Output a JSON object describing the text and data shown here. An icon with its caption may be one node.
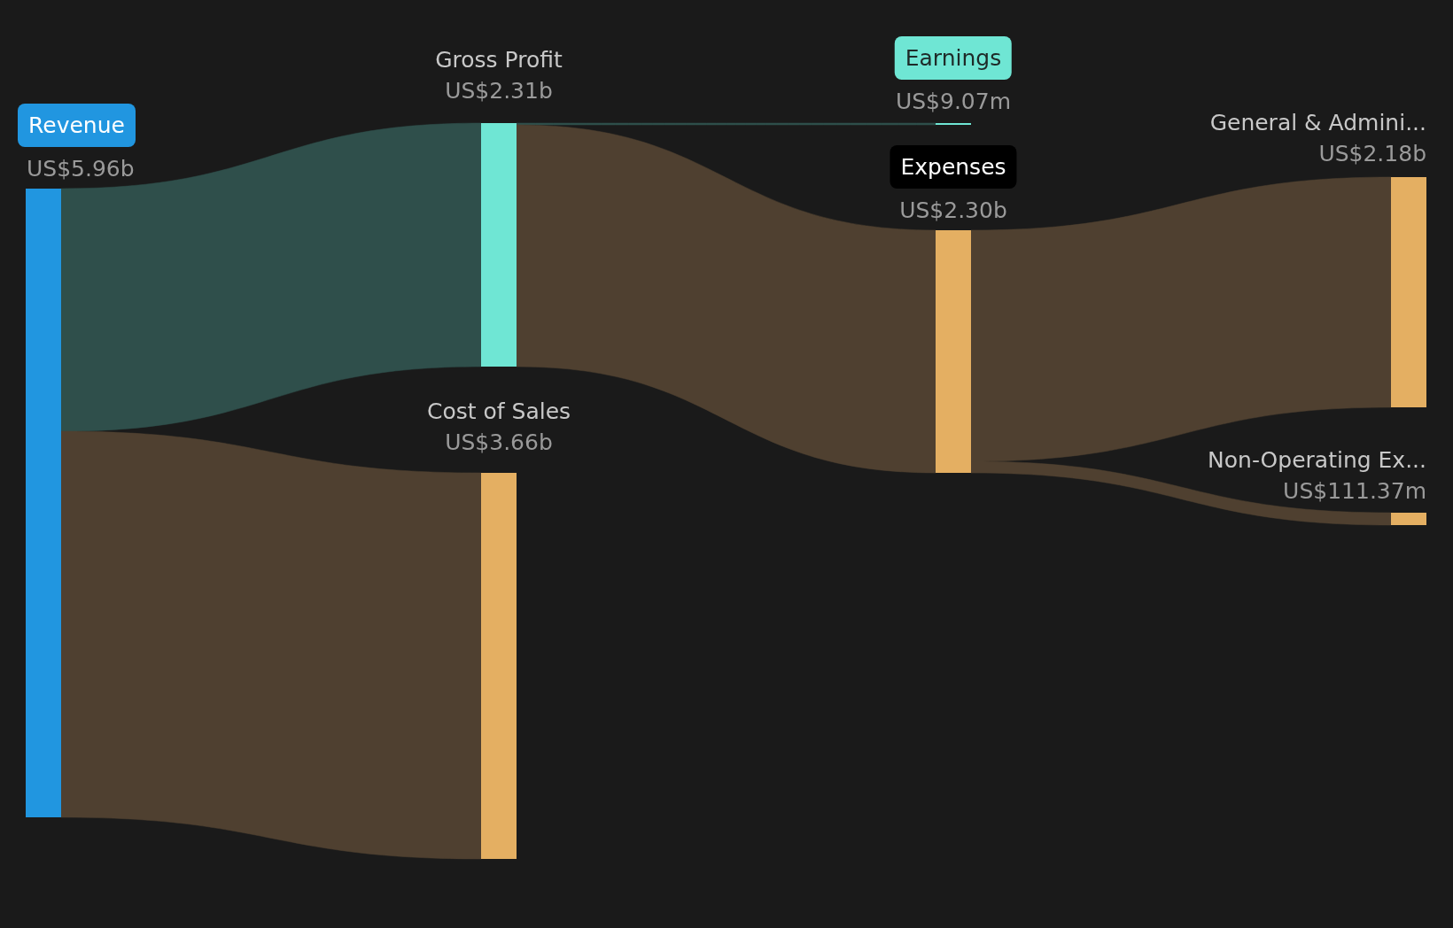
{
  "diagram": {
    "nodes": [
      {
        "text": [
          "Revenue",
          "US$5.96b"
        ]
      },
      {
        "text": [
          "Gross Profit",
          "US$2.31b"
        ]
      },
      {
        "text": [
          "Cost of Sales",
          "US$3.66b"
        ]
      },
      {
        "text": [
          "Earnings",
          "US$9.07m"
        ]
      },
      {
        "text": [
          "Expenses",
          "US$2.30b"
        ]
      },
      {
        "text": [
          "General & Admini...",
          "US$2.18b"
        ]
      },
      {
        "text": [
          "Non-Operating Ex...",
          "US$111.37m"
        ]
      }
    ],
    "edges": [
      {
        "from": 0,
        "to": 1,
        "arrow": "none",
        "color": "#2f4f4b"
      },
      {
        "from": 0,
        "to": 2,
        "arrow": "none"
      },
      {
        "from": 1,
        "to": 3,
        "arrow": "none",
        "color": "#2f4f4b"
      },
      {
        "from": 1,
        "to": 4,
        "arrow": "none"
      },
      {
        "from": 4,
        "to": 5,
        "arrow": "none"
      },
      {
        "from": 4,
        "to": 6,
        "arrow": "none"
      }
    ]
  }
}
